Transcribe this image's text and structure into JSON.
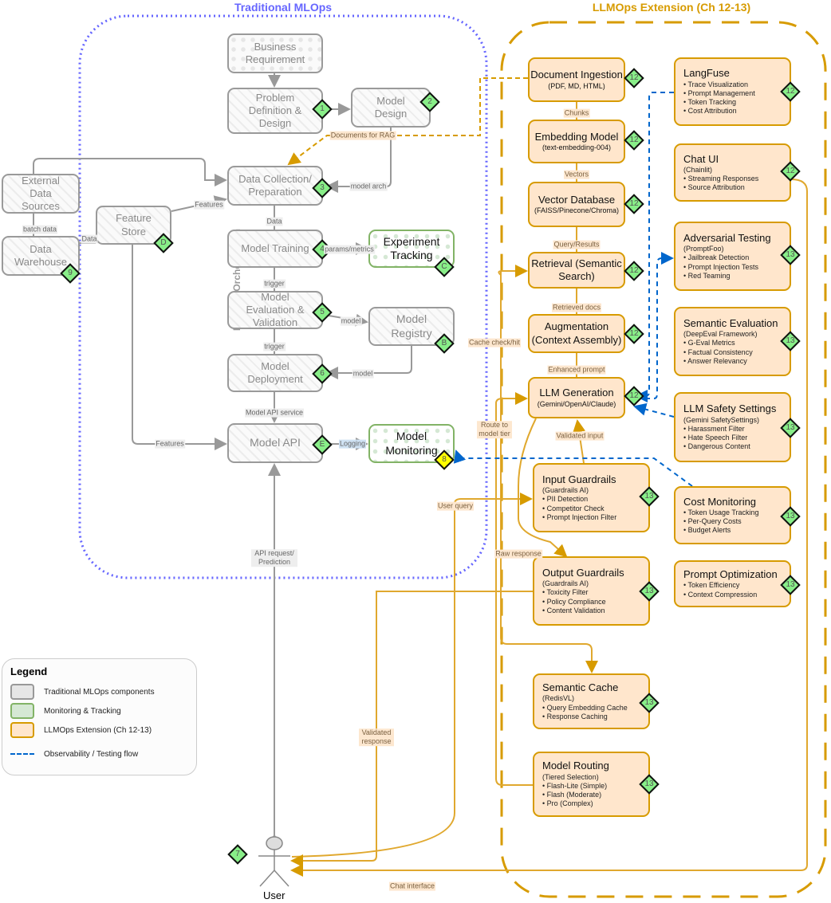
{
  "sections": {
    "traditional": "Traditional MLOps",
    "llmops": "LLMOps Extension (Ch 12-13)",
    "pipeline": "Pipeline Orchestration"
  },
  "colors": {
    "traditional": "#6666ff",
    "llmops": "#d79b00",
    "gray_stroke": "#9a9a9a",
    "green_stroke": "#82b366",
    "orange_fill": "#ffe6cc",
    "observability": "#0066cc",
    "badge": "#88ee88",
    "badge_alert": "#ffff00"
  },
  "mlops": {
    "business": "Business Requirement",
    "problem": "Problem Definition & Design",
    "problem_badge": "1",
    "model_design": "Model Design",
    "model_design_badge": "2",
    "data_collection": "Data Collection/ Preparation",
    "data_collection_badge": "3",
    "external": "External Data Sources",
    "warehouse": "Data Warehouse",
    "warehouse_badge": "9",
    "feature_store": "Feature Store",
    "feature_store_badge": "D",
    "training": "Model Training",
    "training_badge": "4",
    "evaluation": "Model Evaluation & Validation",
    "evaluation_badge": "5",
    "deployment": "Model Deployment",
    "deployment_badge": "6",
    "api": "Model API",
    "api_badge": "E",
    "experiment": "Experiment Tracking",
    "experiment_badge": "C",
    "registry": "Model Registry",
    "registry_badge": "B",
    "monitoring": "Model Monitoring",
    "monitoring_badge": "8",
    "user": "User",
    "user_badge": "7"
  },
  "pipeline": [
    {
      "title": "Document Ingestion",
      "sub": "(PDF, MD, HTML)",
      "badge": "12"
    },
    {
      "title": "Embedding Model",
      "sub": "(text-embedding-004)",
      "badge": "12"
    },
    {
      "title": "Vector Database",
      "sub": "(FAISS/Pinecone/Chroma)",
      "badge": "12"
    },
    {
      "title": "Retrieval (Semantic Search)",
      "badge": "12"
    },
    {
      "title": "Augmentation (Context Assembly)",
      "badge": "12"
    },
    {
      "title": "LLM Generation",
      "sub": "(Gemini/OpenAI/Claude)",
      "badge": "12"
    }
  ],
  "components": [
    {
      "title": "Input Guardrails",
      "sub": "(Guardrails AI)",
      "items": [
        "PII Detection",
        "Competitor Check",
        "Prompt Injection Filter"
      ],
      "badge": "13"
    },
    {
      "title": "Output Guardrails",
      "sub": "(Guardrails AI)",
      "items": [
        "Toxicity Filter",
        "Policy Compliance",
        "Content Validation"
      ],
      "badge": "13"
    },
    {
      "title": "Semantic Cache",
      "sub": "(RedisVL)",
      "items": [
        "Query Embedding Cache",
        "Response Caching"
      ],
      "badge": "13"
    },
    {
      "title": "Model Routing",
      "sub": "(Tiered Selection)",
      "items": [
        "Flash-Lite (Simple)",
        "Flash (Moderate)",
        "Pro (Complex)"
      ],
      "badge": "13"
    },
    {
      "title": "LangFuse",
      "items": [
        "Trace Visualization",
        "Prompt Management",
        "Token Tracking",
        "Cost Attribution"
      ],
      "badge": "12"
    },
    {
      "title": "Chat UI",
      "sub": "(Chainlit)",
      "items": [
        "Streaming Responses",
        "Source Attribution"
      ],
      "badge": "12"
    },
    {
      "title": "Adversarial Testing",
      "sub": "(PromptFoo)",
      "items": [
        "Jailbreak Detection",
        "Prompt Injection Tests",
        "Red Teaming"
      ],
      "badge": "13"
    },
    {
      "title": "Semantic Evaluation",
      "sub": "(DeepEval Framework)",
      "items": [
        "G-Eval Metrics",
        "Factual Consistency",
        "Answer Relevancy"
      ],
      "badge": "13"
    },
    {
      "title": "LLM Safety Settings",
      "sub": "(Gemini SafetySettings)",
      "items": [
        "Harassment Filter",
        "Hate Speech Filter",
        "Dangerous Content"
      ],
      "badge": "13"
    },
    {
      "title": "Cost Monitoring",
      "items": [
        "Token Usage Tracking",
        "Per-Query Costs",
        "Budget Alerts"
      ],
      "badge": "13"
    },
    {
      "title": "Prompt Optimization",
      "items": [
        "Token Efficiency",
        "Context Compression"
      ],
      "badge": "13"
    }
  ],
  "edge_labels": {
    "docs_for_rag": "Documents for RAG",
    "model_arch": "model arch",
    "features_top": "Features",
    "batch_data": "batch data",
    "data_fs": "Data",
    "data": "Data",
    "params": "params/metrics",
    "trigger1": "trigger",
    "model1": "model",
    "trigger2": "trigger",
    "model2": "model",
    "api_service": "Model API service",
    "features_bottom": "Features",
    "logging": "Logging",
    "api_request": "API request/ Prediction",
    "chunks": "Chunks",
    "vectors": "Vectors",
    "query_results": "Query/Results",
    "retrieved": "Retrieved docs",
    "enhanced": "Enhanced prompt",
    "validated_input": "Validated input",
    "cache": "Cache check/hit",
    "route": "Route to model tier",
    "user_query": "User query",
    "raw": "Raw response",
    "validated_response": "Validated response",
    "chat": "Chat interface"
  },
  "legend": {
    "title": "Legend",
    "items": [
      "Traditional MLOps components",
      "Monitoring & Tracking",
      "LLMOps Extension (Ch 12-13)",
      "Observability / Testing flow"
    ]
  }
}
